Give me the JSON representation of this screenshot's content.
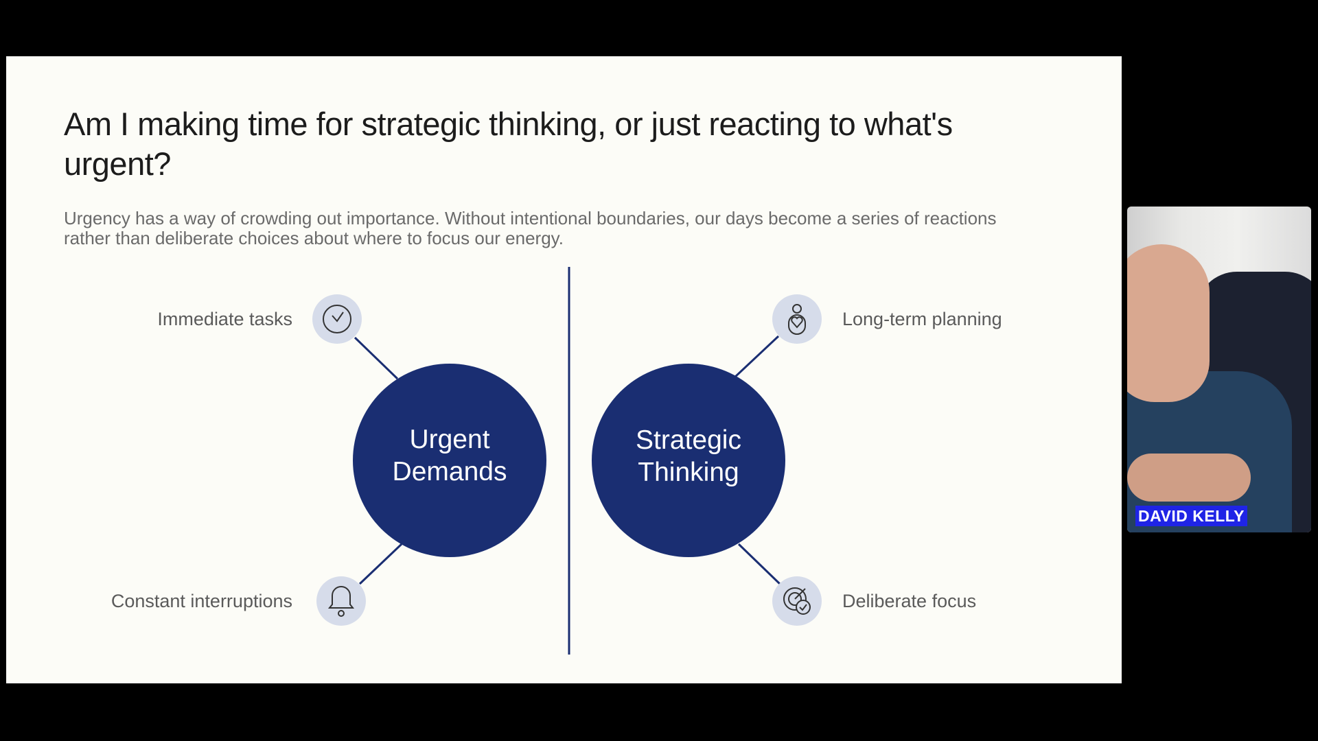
{
  "slide": {
    "title": "Am I making time for strategic thinking, or just reacting to what's urgent?",
    "subtitle": "Urgency has a way of crowding out importance. Without intentional boundaries, our days become a series of reactions rather than deliberate choices about where to focus our energy.",
    "left": {
      "circle_line1": "Urgent",
      "circle_line2": "Demands",
      "items": [
        {
          "label": "Immediate tasks",
          "icon": "clock-icon"
        },
        {
          "label": "Constant interruptions",
          "icon": "bell-icon"
        }
      ]
    },
    "right": {
      "circle_line1": "Strategic",
      "circle_line2": "Thinking",
      "items": [
        {
          "label": "Long-term planning",
          "icon": "person-heart-icon"
        },
        {
          "label": "Deliberate focus",
          "icon": "target-check-icon"
        }
      ]
    },
    "colors": {
      "navy": "#1a2e72",
      "icon_bg": "#d6dcea",
      "background": "#fcfcf7"
    }
  },
  "webcam": {
    "name": "DAVID KELLY"
  }
}
